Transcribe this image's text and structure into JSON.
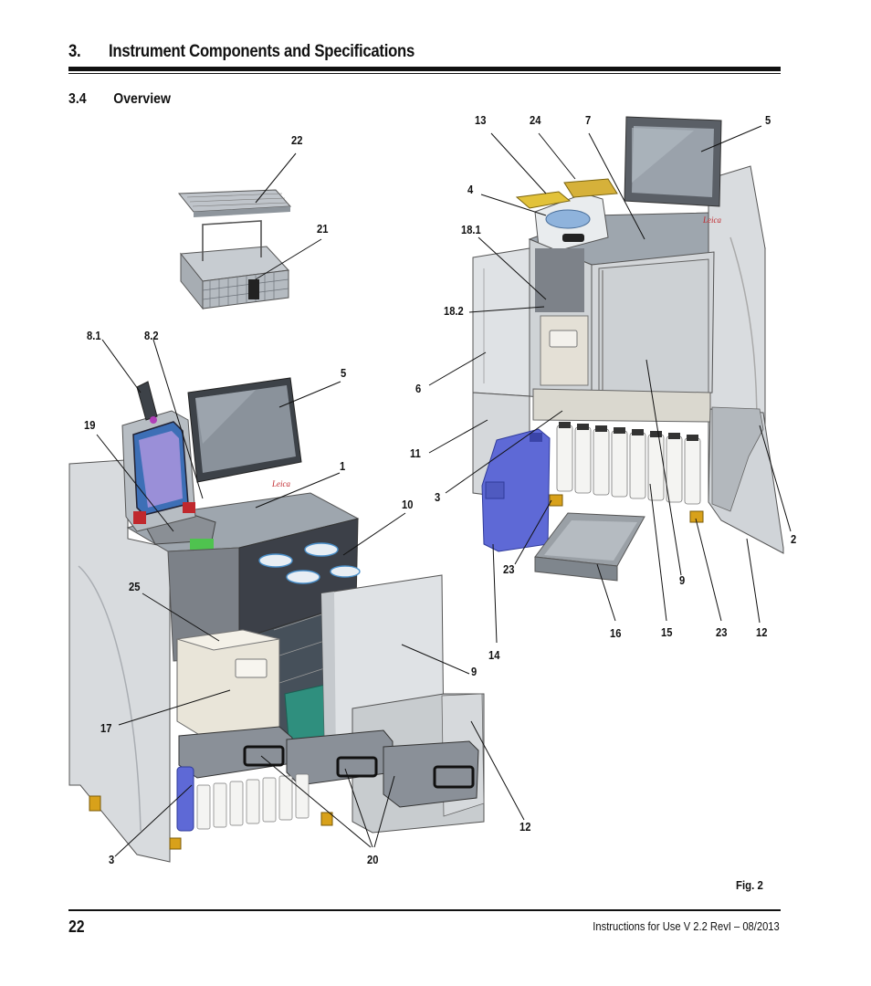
{
  "header": {
    "chapter_number": "3.",
    "chapter_title": "Instrument Components and Specifications"
  },
  "section": {
    "number": "3.4",
    "title": "Overview"
  },
  "callouts": {
    "c13": "13",
    "c24": "24",
    "c7": "7",
    "c5a": "5",
    "c22": "22",
    "c4": "4",
    "c21": "21",
    "c181": "18.1",
    "c182": "18.2",
    "c81": "8.1",
    "c82": "8.2",
    "c5b": "5",
    "c6": "6",
    "c19": "19",
    "c11": "11",
    "c1": "1",
    "c10": "10",
    "c3a": "3",
    "c2": "2",
    "c23a": "23",
    "c9a": "9",
    "c25": "25",
    "c16": "16",
    "c15": "15",
    "c23b": "23",
    "c12a": "12",
    "c14": "14",
    "c9b": "9",
    "c17": "17",
    "c12b": "12",
    "c3b": "3",
    "c20": "20"
  },
  "figure": {
    "caption": "Fig. 2"
  },
  "footer": {
    "page_number": "22",
    "document": "Instructions for Use V 2.2 RevI – 08/2013"
  }
}
